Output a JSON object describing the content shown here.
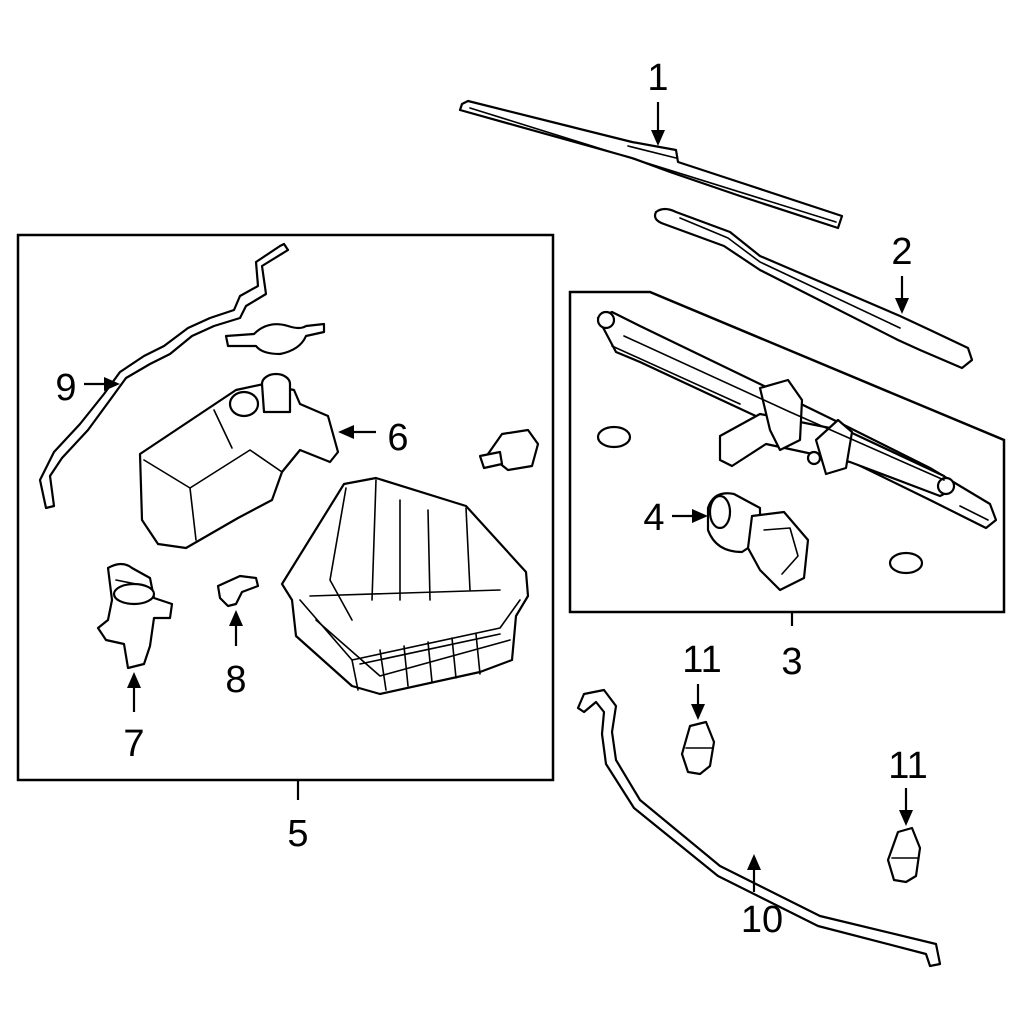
{
  "callouts": [
    {
      "id": "1",
      "label": "1"
    },
    {
      "id": "2",
      "label": "2"
    },
    {
      "id": "3",
      "label": "3"
    },
    {
      "id": "4",
      "label": "4"
    },
    {
      "id": "5",
      "label": "5"
    },
    {
      "id": "6",
      "label": "6"
    },
    {
      "id": "7",
      "label": "7"
    },
    {
      "id": "8",
      "label": "8"
    },
    {
      "id": "9",
      "label": "9"
    },
    {
      "id": "10",
      "label": "10"
    },
    {
      "id": "11a",
      "label": "11"
    },
    {
      "id": "11b",
      "label": "11"
    }
  ],
  "colors": {
    "line": "#000000",
    "fill": "#ffffff"
  }
}
